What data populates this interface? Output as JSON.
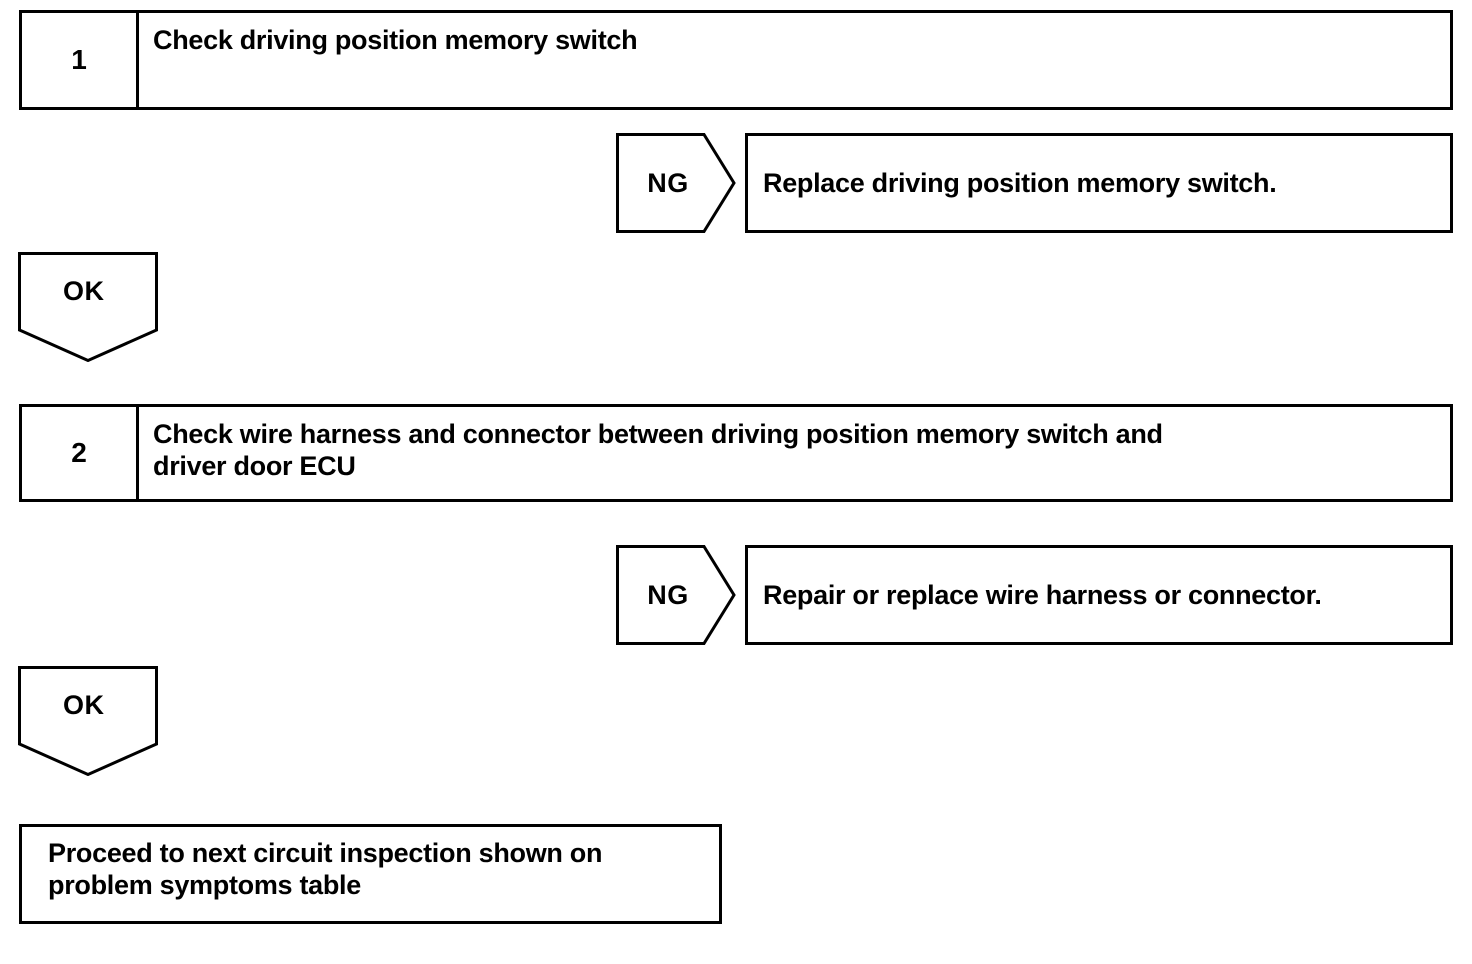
{
  "diagram": {
    "title": "Circuit inspection flowchart",
    "type": "troubleshooting-flowchart",
    "stroke_color": "#000000",
    "background_color": "#ffffff"
  },
  "steps": [
    {
      "number": "1",
      "text": "Check driving position memory switch",
      "ng": {
        "label": "NG",
        "action": "Replace driving position memory switch."
      },
      "ok": {
        "label": "OK"
      }
    },
    {
      "number": "2",
      "text": "Check wire harness and connector between driving position memory switch and\ndriver door ECU",
      "ng": {
        "label": "NG",
        "action": "Repair or replace wire harness or connector."
      },
      "ok": {
        "label": "OK"
      }
    }
  ],
  "final": {
    "text": "Proceed to next circuit inspection shown on\nproblem symptoms table"
  }
}
